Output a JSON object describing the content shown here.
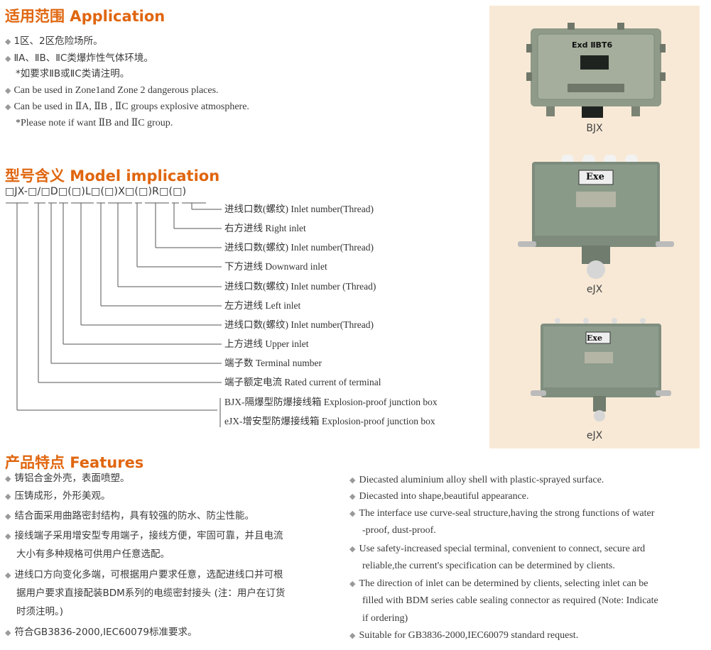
{
  "application": {
    "title": "适用范围 Application",
    "lines": [
      {
        "bullet": true,
        "text": "1区、2区危险场所。"
      },
      {
        "bullet": true,
        "text": "ⅡA、ⅡB、ⅡC类爆炸性气体环境。"
      },
      {
        "bullet": false,
        "text": "*如要求ⅡB或ⅡC类请注明。"
      },
      {
        "bullet": true,
        "text": "Can be used in  Zone1and Zone 2 dangerous places."
      },
      {
        "bullet": true,
        "text": "Can be used in ⅡA, ⅡB , ⅡC groups  explosive atmosphere."
      },
      {
        "bullet": false,
        "text": "*Please note if want ⅡB and ⅡC group."
      }
    ]
  },
  "model": {
    "title": "型号含义 Model implication",
    "code": "□JX-□/□D□(□)L□(□)X□(□)R□(□)",
    "labels": [
      "进线口数(螺纹) Inlet number(Thread)",
      "右方进线 Right inlet",
      "进线口数(螺纹) Inlet number(Thread)",
      "下方进线 Downward inlet",
      "进线口数(螺纹) Inlet number (Thread)",
      "左方进线 Left inlet",
      "进线口数(螺纹) Inlet number(Thread)",
      "上方进线 Upper inlet",
      "端子数 Terminal number",
      "端子额定电流 Rated current of terminal",
      "BJX-隔爆型防爆接线箱 Explosion-proof junction box",
      "eJX-增安型防爆接线箱 Explosion-proof junction box"
    ]
  },
  "photos": {
    "items": [
      {
        "caption": "BJX",
        "plate": "Exd ⅡBT6"
      },
      {
        "caption": "eJX",
        "plate": "Exe"
      },
      {
        "caption": "eJX",
        "plate": "Exe"
      }
    ]
  },
  "features": {
    "title": "产品特点 Features",
    "zh": [
      [
        "铸铝合金外壳，表面喷塑。"
      ],
      [
        "压铸成形，外形美观。"
      ],
      [
        "结合面采用曲路密封结构，具有较强的防水、防尘性能。"
      ],
      [
        "接线端子采用增安型专用端子，接线方便，牢固可靠，并且电流",
        "大小有多种规格可供用户任意选配。"
      ],
      [
        "进线口方向变化多端，可根据用户要求任意，选配进线口并可根",
        "据用户要求直接配装BDM系列的电缆密封接头 (注：用户在订货",
        "时须注明。)"
      ],
      [
        "符合GB3836-2000,IEC60079标准要求。"
      ]
    ],
    "en": [
      [
        "Diecasted aluminium alloy shell with plastic-sprayed surface."
      ],
      [
        "Diecasted into shape,beautiful appearance."
      ],
      [
        "The interface use curve-seal structure,having the strong functions of water",
        "-proof, dust-proof."
      ],
      [
        "Use  safety-increased  special  terminal,  convenient to  connect,  secure ard",
        "reliable,the current's specification can be determined by clients."
      ],
      [
        "The direction of inlet can be  determined by  clients, selecting  inlet  can be",
        "filled with BDM series  cable sealing connector as required (Note: Indicate",
        "if ordering)"
      ],
      [
        "Suitable for GB3836-2000,IEC60079 standard request."
      ]
    ]
  }
}
